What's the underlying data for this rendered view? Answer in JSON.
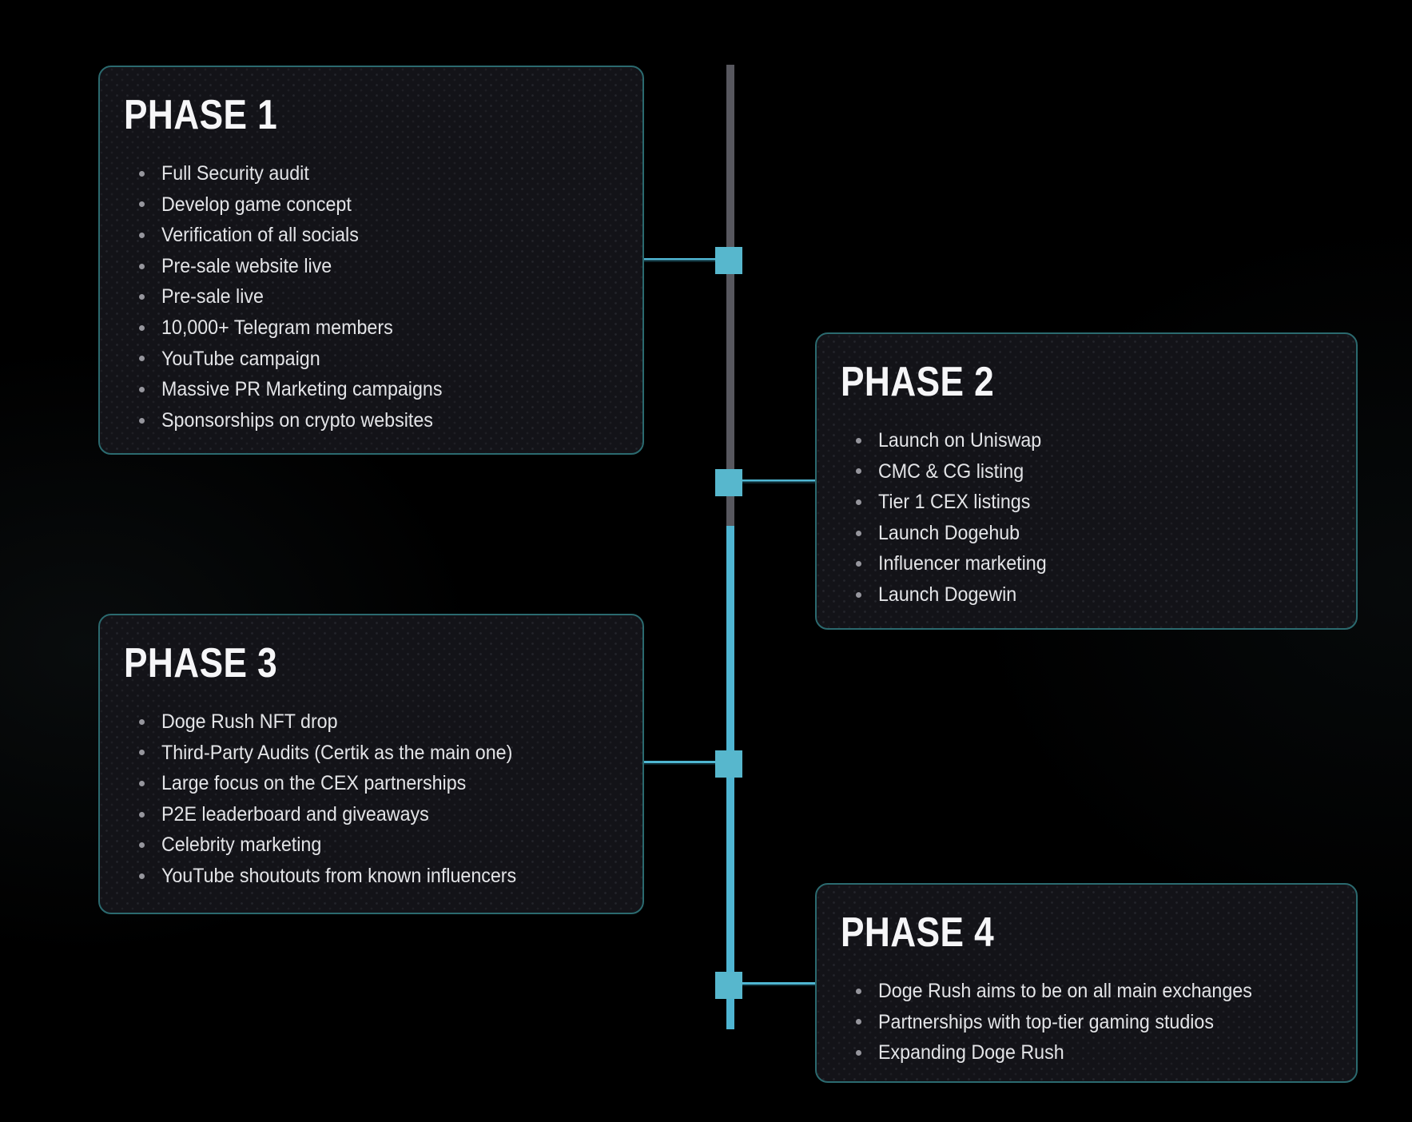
{
  "colors": {
    "accent_cyan": "#4fb5d2",
    "node_cyan": "#57b7cd",
    "line_gray": "#57575e",
    "card_border": "#2b6a6f",
    "card_bg": "#131318",
    "title_text": "#f6f6f8",
    "body_text": "#e3e4e7",
    "bullet_dot": "#96969d"
  },
  "timeline": {
    "phases": [
      {
        "title": "PHASE 1",
        "items": [
          "Full Security audit",
          "Develop game concept",
          "Verification of all socials",
          "Pre-sale website live",
          "Pre-sale live",
          "10,000+ Telegram members",
          "YouTube campaign",
          "Massive PR Marketing campaigns",
          "Sponsorships on crypto websites"
        ]
      },
      {
        "title": "PHASE 2",
        "items": [
          "Launch on Uniswap",
          "CMC & CG listing",
          "Tier 1 CEX listings",
          "Launch Dogehub",
          "Influencer marketing",
          "Launch Dogewin"
        ]
      },
      {
        "title": "PHASE 3",
        "items": [
          "Doge Rush NFT drop",
          "Third-Party Audits (Certik as the main one)",
          "Large focus on the CEX partnerships",
          "P2E leaderboard and giveaways",
          "Celebrity marketing",
          "YouTube shoutouts from known influencers"
        ]
      },
      {
        "title": "PHASE 4",
        "items": [
          "Doge Rush aims to be on all main exchanges",
          "Partnerships with top-tier gaming studios",
          "Expanding Doge Rush"
        ]
      }
    ]
  }
}
